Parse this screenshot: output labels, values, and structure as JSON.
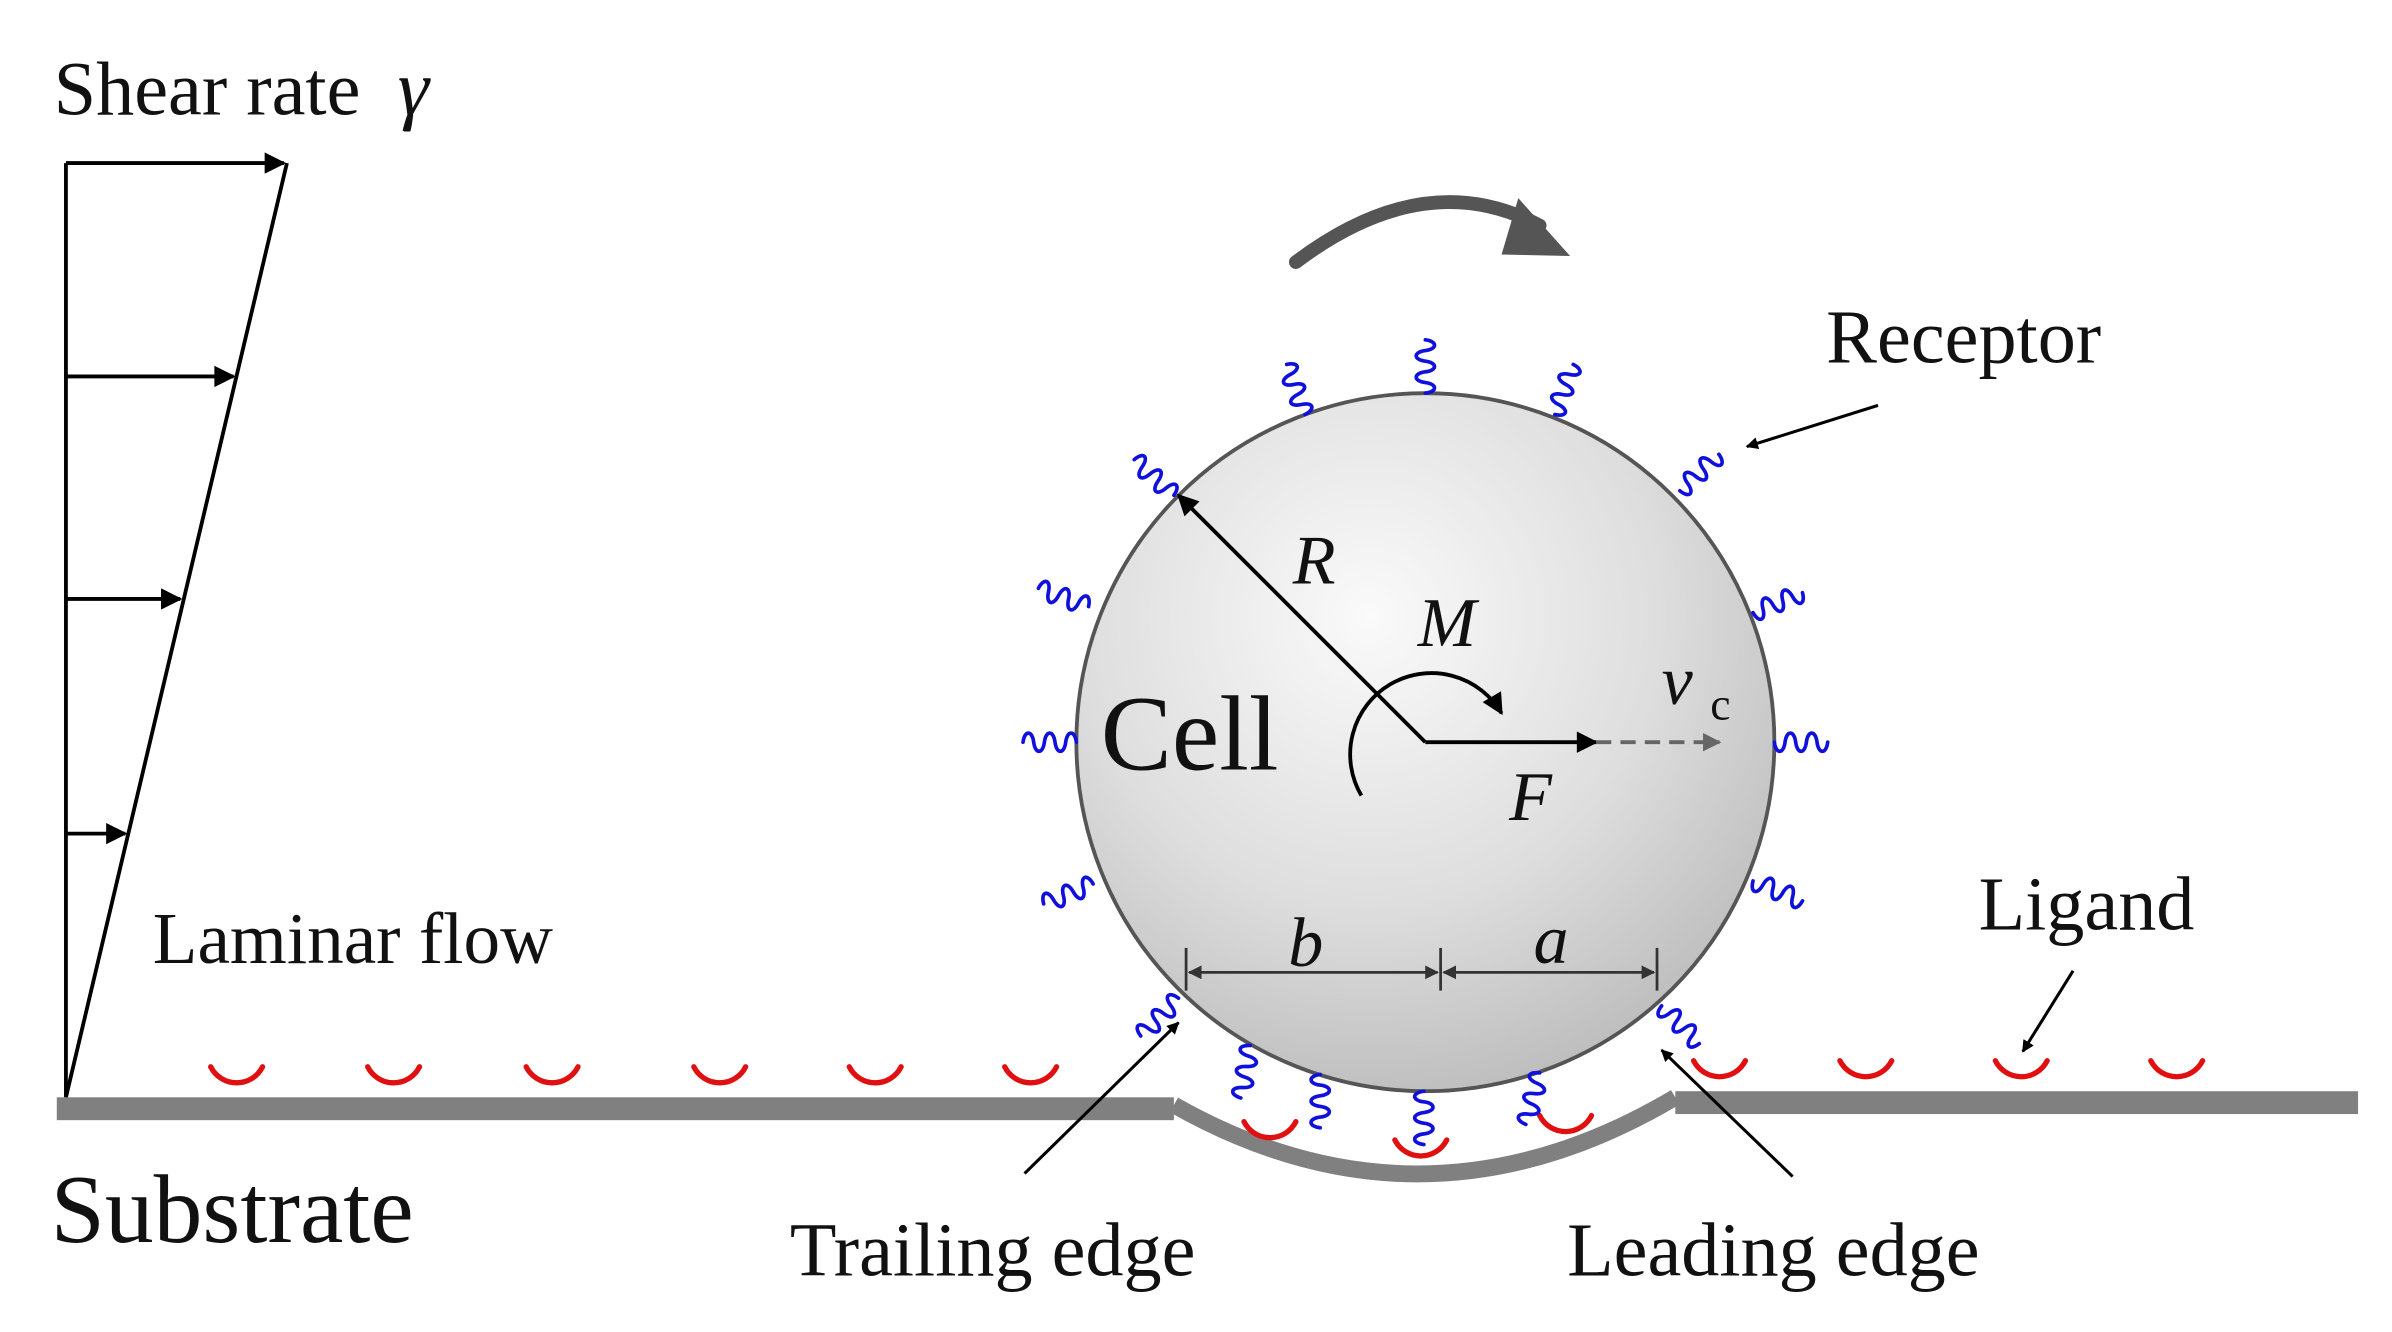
{
  "labels": {
    "shear_rate": "Shear rate",
    "shear_symbol": "γ",
    "laminar_flow": "Laminar flow",
    "substrate": "Substrate",
    "trailing_edge": "Trailing edge",
    "leading_edge": "Leading edge",
    "receptor": "Receptor",
    "ligand": "Ligand",
    "cell": "Cell",
    "radius": "R",
    "moment": "M",
    "force": "F",
    "velocity": "v",
    "velocity_subscript": "c",
    "contact_b": "b",
    "contact_a": "a"
  },
  "colors": {
    "receptor": "#1010dd",
    "ligand": "#e01010",
    "substrate": "#808080",
    "cell_fill": "#d9d9d9",
    "rotation_arrow": "#555555",
    "text": "#111111"
  }
}
